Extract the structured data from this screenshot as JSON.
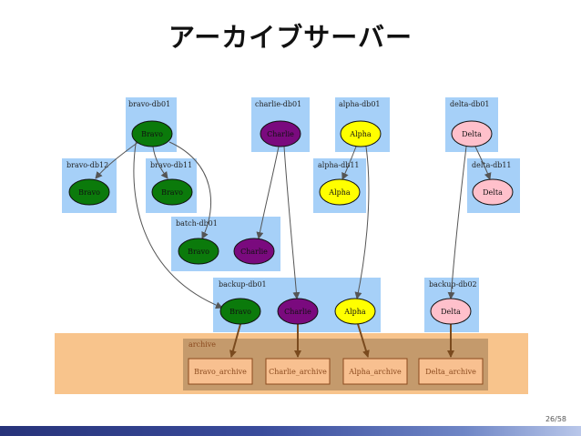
{
  "slide": {
    "title": "アーカイブサーバー",
    "page": "26/58"
  },
  "diagram": {
    "clusters": {
      "archive": "archive",
      "bravo_db01": "bravo-db01",
      "charlie_db01": "charlie-db01",
      "alpha_db01": "alpha-db01",
      "delta_db01": "delta-db01",
      "bravo_db12": "bravo-db12",
      "bravo_db11": "bravo-db11",
      "alpha_db11": "alpha-db11",
      "delta_db11": "delta-db11",
      "batch_db01": "batch-db01",
      "backup_db01": "backup-db01",
      "backup_db02": "backup-db02"
    },
    "nodes": {
      "bravo_db01": "Bravo",
      "charlie_db01": "Charlie",
      "alpha_db01": "Alpha",
      "delta_db01": "Delta",
      "bravo_db12": "Bravo",
      "bravo_db11": "Bravo",
      "alpha_db11": "Alpha",
      "delta_db11": "Delta",
      "batch_bravo": "Bravo",
      "batch_charlie": "Charlie",
      "backup_bravo": "Bravo",
      "backup_charlie": "Charlie",
      "backup_alpha": "Alpha",
      "backup_delta": "Delta",
      "bravo_archive": "Bravo_archive",
      "charlie_archive": "Charlie_archive",
      "alpha_archive": "Alpha_archive",
      "delta_archive": "Delta_archive"
    },
    "colors": {
      "cluster": "#a6d0f8",
      "archive_band": "#f8c48c",
      "archive_cluster": "#c49a6c",
      "archive_node": "#f8c090",
      "archive_text": "#8b4a1e",
      "bravo": "#0b7a0b",
      "charlie": "#7a0a7e",
      "alpha": "#ffff00",
      "delta": "#ffc0cb",
      "edge": "#555555",
      "archive_edge": "#7a4a1e"
    }
  }
}
